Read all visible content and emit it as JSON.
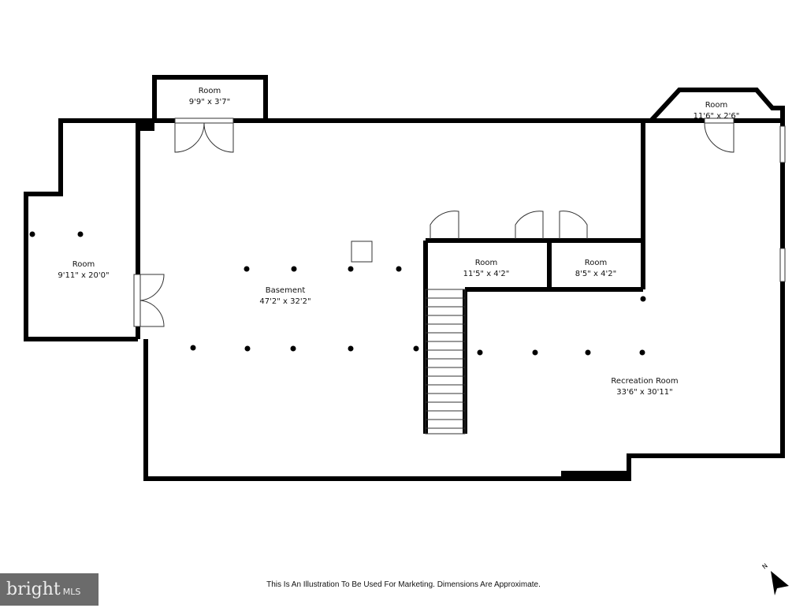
{
  "rooms": [
    {
      "name": "Room",
      "dims": "9'9\" x 3'7\""
    },
    {
      "name": "Room",
      "dims": "11'6\" x 2'6\""
    },
    {
      "name": "Room",
      "dims": "9'11\" x 20'0\""
    },
    {
      "name": "Basement",
      "dims": "47'2\" x 32'2\""
    },
    {
      "name": "Room",
      "dims": "11'5\" x 4'2\""
    },
    {
      "name": "Room",
      "dims": "8'5\" x 4'2\""
    },
    {
      "name": "Recreation Room",
      "dims": "33'6\" x 30'11\""
    }
  ],
  "footer": {
    "disclaimer": "This Is An Illustration To Be Used For Marketing. Dimensions Are Approximate.",
    "logo_text": "bright",
    "logo_suffix": "MLS",
    "compass_label": "N"
  }
}
